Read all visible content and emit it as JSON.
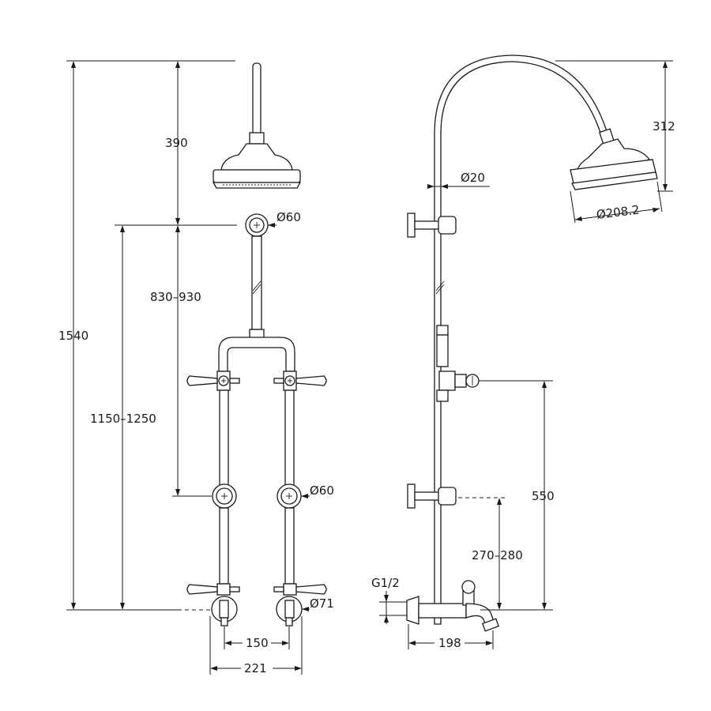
{
  "dimensions": {
    "total_height": "1540",
    "head_drop": "390",
    "bracket_spacing": "830–930",
    "mount_height": "1150–1250",
    "bracket_dia_top": "Ø60",
    "bracket_dia_mid": "Ø60",
    "inlet_dia": "Ø71",
    "centres_inner": "150",
    "centres_outer": "221",
    "pipe_dia": "Ø20",
    "head_height": "312",
    "head_dia": "Ø208.2",
    "diverter_height": "550",
    "outlet_height": "270–280",
    "thread": "G1/2",
    "projection": "198"
  },
  "colors": {
    "line": "#1a1a1a",
    "background": "#ffffff"
  }
}
